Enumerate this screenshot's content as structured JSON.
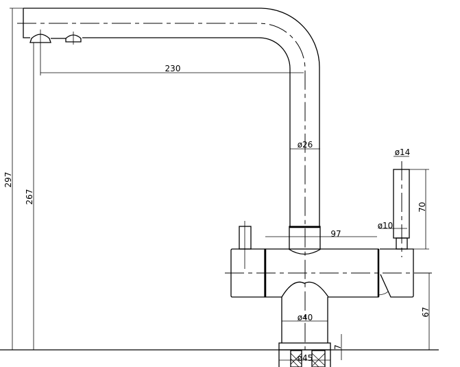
{
  "drawing": {
    "title": "Kitchen mixer tap dimension drawing",
    "dimensions": {
      "overall_height": "297",
      "spout_height": "267",
      "spout_reach": "230",
      "spout_diameter": "ø26",
      "handle_diameter": "ø14",
      "handle_length": "70",
      "handle_stem_diameter": "ø10",
      "body_length": "97",
      "body_height": "67",
      "base_diameter": "ø40",
      "flange_thickness": "7",
      "mount_diameter": "ø45"
    }
  }
}
